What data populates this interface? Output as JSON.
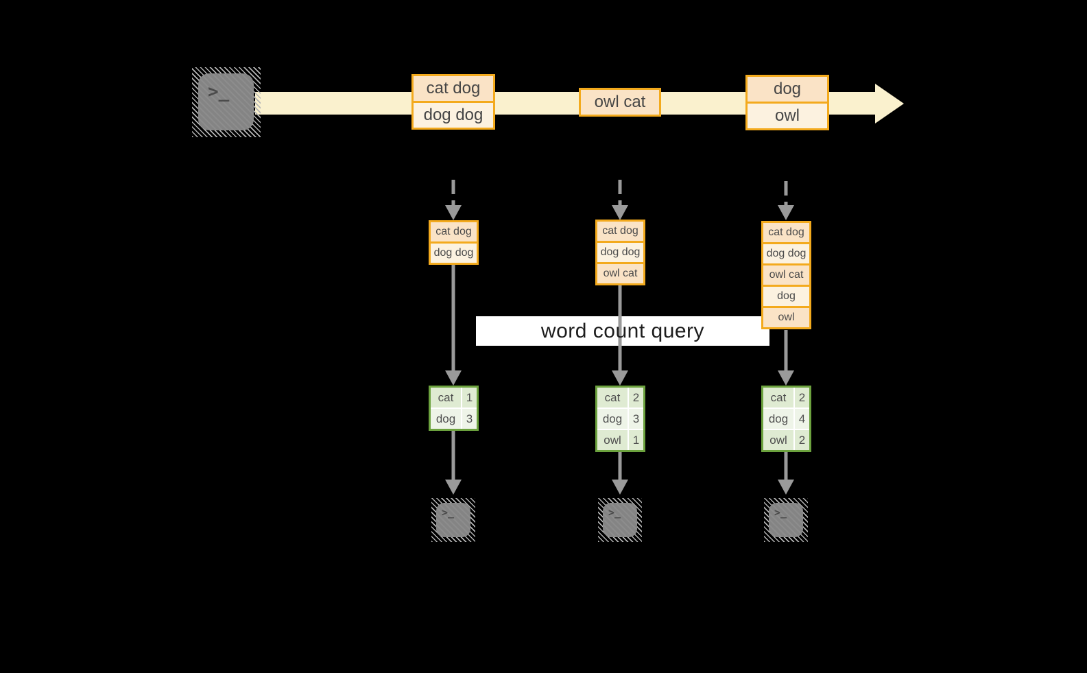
{
  "diagram": {
    "query_label": "word count query",
    "terminal_glyph": ">_",
    "colors": {
      "background": "#000000",
      "stream_fill": "#FAF1CE",
      "event_border": "#F3AA1D",
      "event_fill_peach": "#FAE3C6",
      "event_fill_cream": "#FCF2E0",
      "table_border": "#6CA23E",
      "table_row_dark": "#DFEBD2",
      "table_row_light": "#EEF4E8",
      "arrow_gray": "#9A9A9A",
      "terminal_gray": "#848484",
      "label_band": "#FFFFFF"
    },
    "stream": {
      "events": [
        {
          "lines": [
            "cat dog",
            "dog dog"
          ]
        },
        {
          "lines": [
            "owl cat"
          ]
        },
        {
          "lines": [
            "dog",
            "owl"
          ]
        }
      ]
    },
    "columns": [
      {
        "buffer": [
          "cat dog",
          "dog dog"
        ],
        "counts": [
          {
            "word": "cat",
            "count": "1"
          },
          {
            "word": "dog",
            "count": "3"
          }
        ]
      },
      {
        "buffer": [
          "cat dog",
          "dog dog",
          "owl cat"
        ],
        "counts": [
          {
            "word": "cat",
            "count": "2"
          },
          {
            "word": "dog",
            "count": "3"
          },
          {
            "word": "owl",
            "count": "1"
          }
        ]
      },
      {
        "buffer": [
          "cat dog",
          "dog dog",
          "owl cat",
          "dog",
          "owl"
        ],
        "counts": [
          {
            "word": "cat",
            "count": "2"
          },
          {
            "word": "dog",
            "count": "4"
          },
          {
            "word": "owl",
            "count": "2"
          }
        ]
      }
    ]
  }
}
